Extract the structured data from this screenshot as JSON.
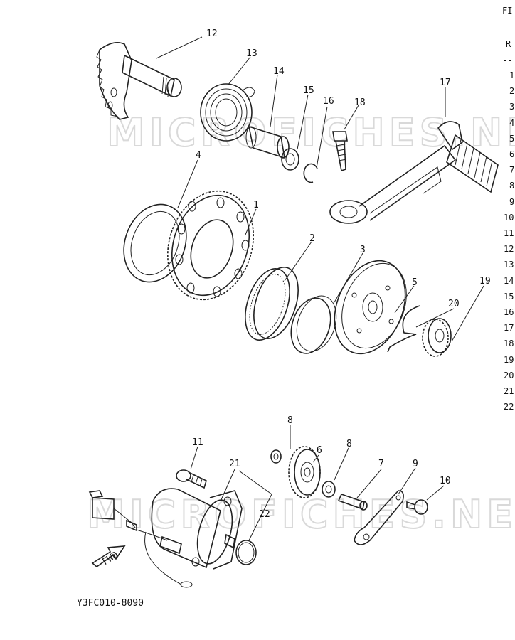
{
  "header": {
    "title_fragment": "FI",
    "dash_1": "--",
    "ref_fragment": "R",
    "dash_2": "--"
  },
  "ref_list": [
    "1",
    "2",
    "3",
    "4",
    "5",
    "6",
    "7",
    "8",
    "9",
    "10",
    "11",
    "12",
    "13",
    "14",
    "15",
    "16",
    "17",
    "18",
    "19",
    "20",
    "21",
    "22"
  ],
  "watermark": {
    "text_top": "MICROFICHES.NET",
    "text_bottom": "MICROFICHES.NET"
  },
  "callouts": {
    "c1": "1",
    "c2": "2",
    "c3": "3",
    "c4": "4",
    "c5": "5",
    "c6": "6",
    "c7": "7",
    "c8a": "8",
    "c8b": "8",
    "c9": "9",
    "c10": "10",
    "c11": "11",
    "c12": "12",
    "c13": "13",
    "c14": "14",
    "c15": "15",
    "c16": "16",
    "c17": "17",
    "c18": "18",
    "c19": "19",
    "c20": "20",
    "c21": "21",
    "c22": "22"
  },
  "fwd_label": "FWD",
  "diagram_code": "Y3FC010-8090"
}
